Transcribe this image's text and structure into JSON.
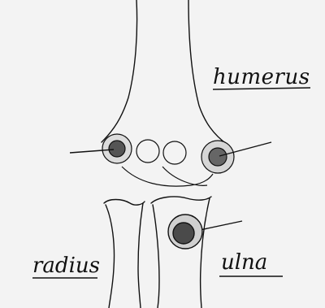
{
  "labels": {
    "humerus": "humerus",
    "radius": "radius",
    "ulna": "ulna"
  },
  "colors": {
    "ink": "#111111",
    "paper": "#f3f3f3"
  }
}
